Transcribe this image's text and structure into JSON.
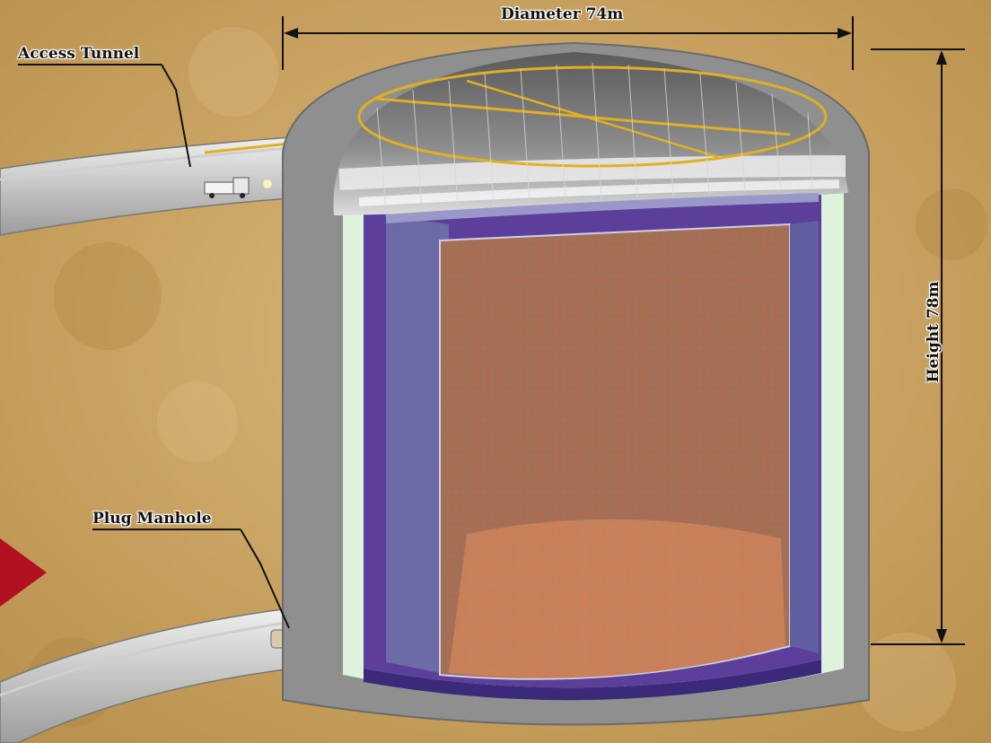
{
  "labels": {
    "access_tunnel": "Access Tunnel",
    "plug_manhole": "Plug Manhole",
    "diameter": "Diameter 74m",
    "height": "Height 78m"
  },
  "colors": {
    "rock": "#c9a25e",
    "concrete": "#8f8f8f",
    "liner": "#dff3dc",
    "inner_tank": "#5b3f9b",
    "photosensor_wall": "#b8704e",
    "dome_cable": "#e0b020",
    "arrow": "#b0101f"
  }
}
